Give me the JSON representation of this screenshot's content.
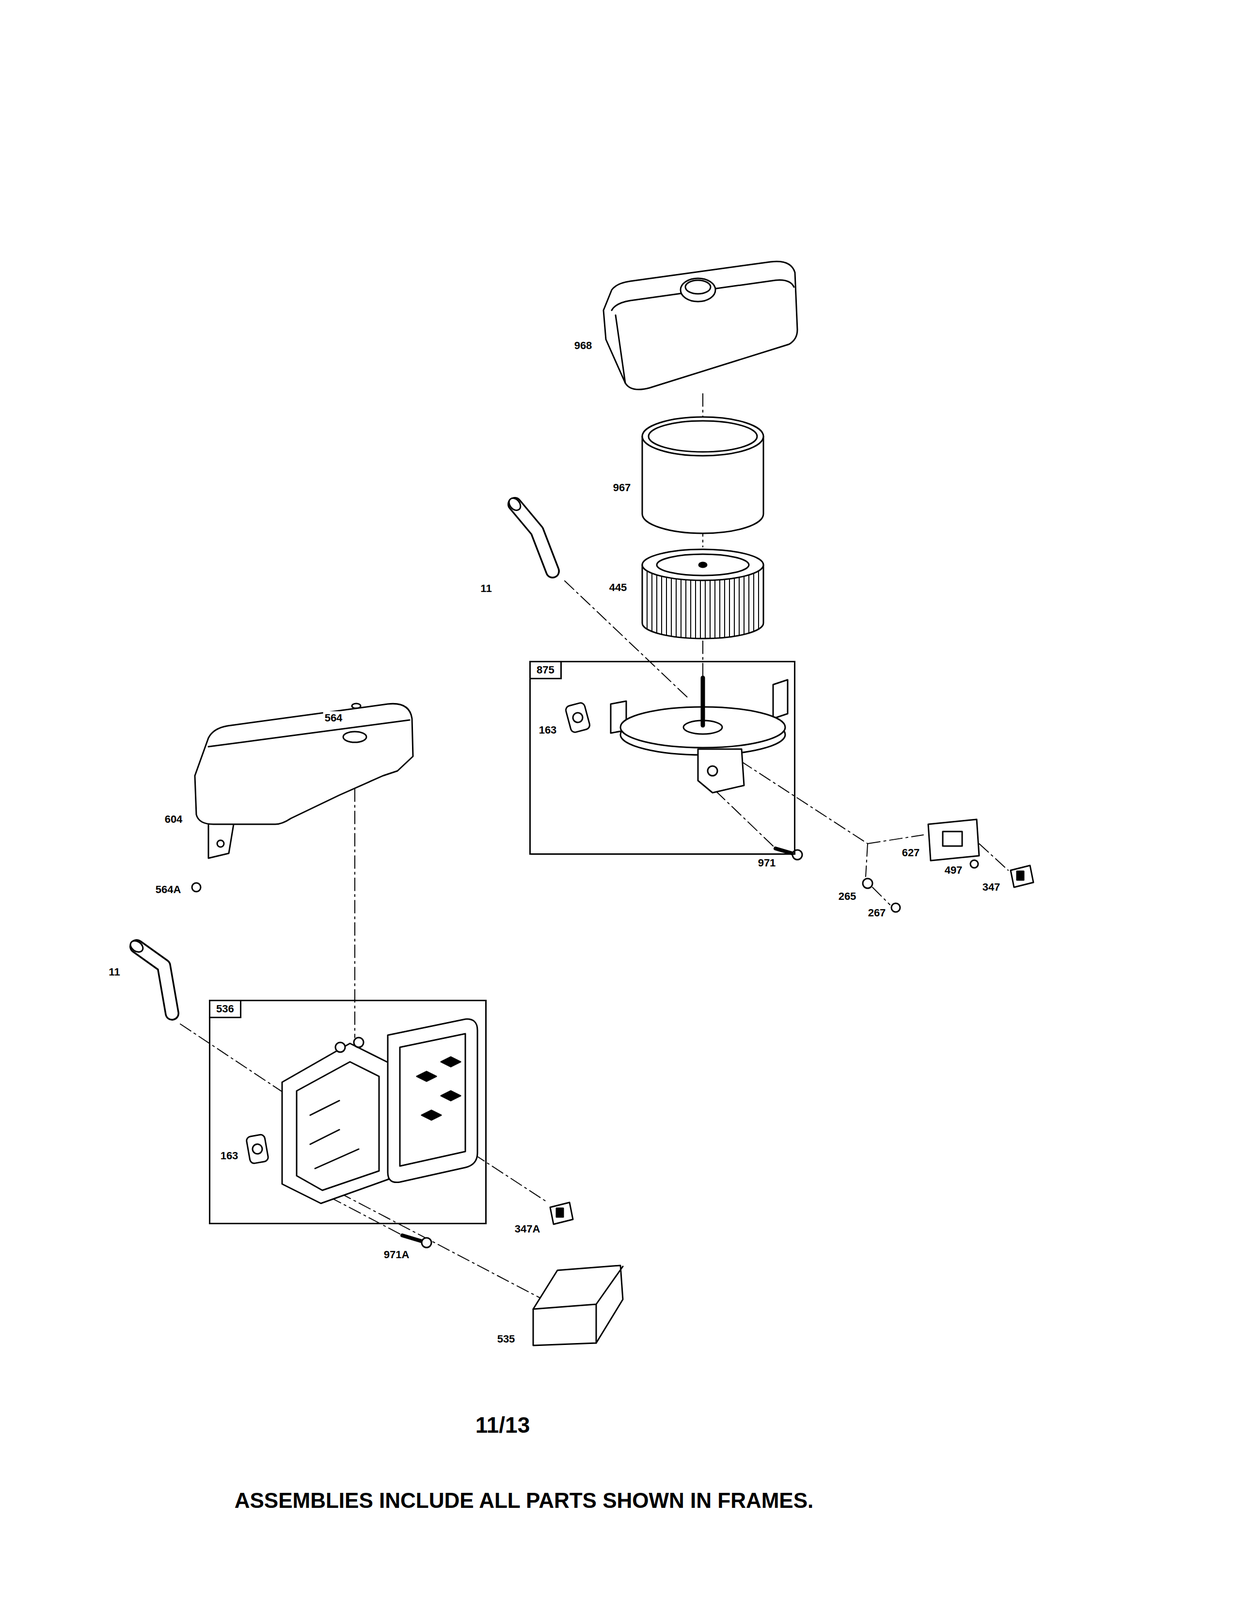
{
  "diagram": {
    "caption": "ASSEMBLIES INCLUDE ALL PARTS SHOWN IN FRAMES.",
    "nodes": [
      {
        "text": [
          "875"
        ]
      },
      {
        "text": [
          "536"
        ]
      }
    ],
    "labels": [
      "968",
      "967",
      "11",
      "445",
      "163",
      "971",
      "627",
      "497",
      "347",
      "265",
      "267",
      "564",
      "604",
      "564A",
      "11",
      "163",
      "347A",
      "971A",
      "535",
      "11/13"
    ]
  }
}
